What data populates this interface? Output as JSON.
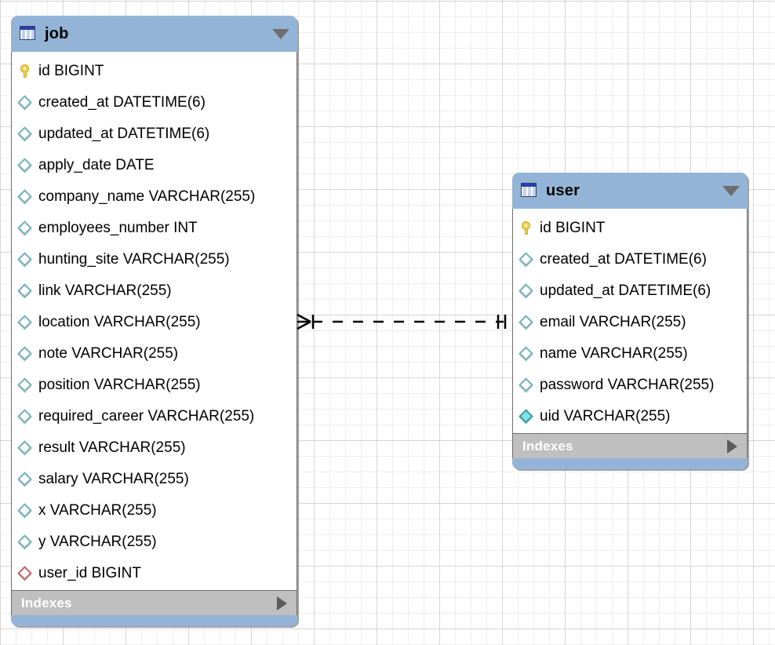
{
  "diagram": {
    "type": "er-diagram",
    "background": "grid",
    "colors": {
      "header": "#93b4d7",
      "indexes_bar": "#bfbfbf",
      "body": "#ffffff",
      "border": "#6e6e6e",
      "pk_icon": "#f2d14b",
      "column_icon": "#6fb3b8",
      "fk_icon": "#c06464",
      "unique_icon": "#7fe4e8",
      "grid_minor": "#eeeeee",
      "grid_major": "#d6d6d6"
    }
  },
  "tables": [
    {
      "name": "job",
      "icon": "table-icon",
      "collapse_icon": "caret-down-icon",
      "indexes_label": "Indexes",
      "indexes_expand_icon": "caret-right-icon",
      "columns": [
        {
          "label": "id BIGINT",
          "kind": "pk",
          "icon": "key-icon"
        },
        {
          "label": "created_at DATETIME(6)",
          "kind": "column",
          "icon": "diamond-icon"
        },
        {
          "label": "updated_at DATETIME(6)",
          "kind": "column",
          "icon": "diamond-icon"
        },
        {
          "label": "apply_date DATE",
          "kind": "column",
          "icon": "diamond-icon"
        },
        {
          "label": "company_name VARCHAR(255)",
          "kind": "column",
          "icon": "diamond-icon"
        },
        {
          "label": "employees_number INT",
          "kind": "column",
          "icon": "diamond-icon"
        },
        {
          "label": "hunting_site VARCHAR(255)",
          "kind": "column",
          "icon": "diamond-icon"
        },
        {
          "label": "link VARCHAR(255)",
          "kind": "column",
          "icon": "diamond-icon"
        },
        {
          "label": "location VARCHAR(255)",
          "kind": "column",
          "icon": "diamond-icon"
        },
        {
          "label": "note VARCHAR(255)",
          "kind": "column",
          "icon": "diamond-icon"
        },
        {
          "label": "position VARCHAR(255)",
          "kind": "column",
          "icon": "diamond-icon"
        },
        {
          "label": "required_career VARCHAR(255)",
          "kind": "column",
          "icon": "diamond-icon"
        },
        {
          "label": "result VARCHAR(255)",
          "kind": "column",
          "icon": "diamond-icon"
        },
        {
          "label": "salary VARCHAR(255)",
          "kind": "column",
          "icon": "diamond-icon"
        },
        {
          "label": "x VARCHAR(255)",
          "kind": "column",
          "icon": "diamond-icon"
        },
        {
          "label": "y VARCHAR(255)",
          "kind": "column",
          "icon": "diamond-icon"
        },
        {
          "label": "user_id BIGINT",
          "kind": "fk",
          "icon": "diamond-fk-icon"
        }
      ]
    },
    {
      "name": "user",
      "icon": "table-icon",
      "collapse_icon": "caret-down-icon",
      "indexes_label": "Indexes",
      "indexes_expand_icon": "caret-right-icon",
      "columns": [
        {
          "label": "id BIGINT",
          "kind": "pk",
          "icon": "key-icon"
        },
        {
          "label": "created_at DATETIME(6)",
          "kind": "column",
          "icon": "diamond-icon"
        },
        {
          "label": "updated_at DATETIME(6)",
          "kind": "column",
          "icon": "diamond-icon"
        },
        {
          "label": "email VARCHAR(255)",
          "kind": "column",
          "icon": "diamond-icon"
        },
        {
          "label": "name VARCHAR(255)",
          "kind": "column",
          "icon": "diamond-icon"
        },
        {
          "label": "password VARCHAR(255)",
          "kind": "column",
          "icon": "diamond-icon"
        },
        {
          "label": "uid VARCHAR(255)",
          "kind": "unique",
          "icon": "diamond-filled-icon"
        }
      ]
    }
  ],
  "relationships": [
    {
      "from_table": "job",
      "to_table": "user",
      "from_cardinality": "many",
      "to_cardinality": "one",
      "line_style": "dashed",
      "notation": "crows-foot"
    }
  ]
}
